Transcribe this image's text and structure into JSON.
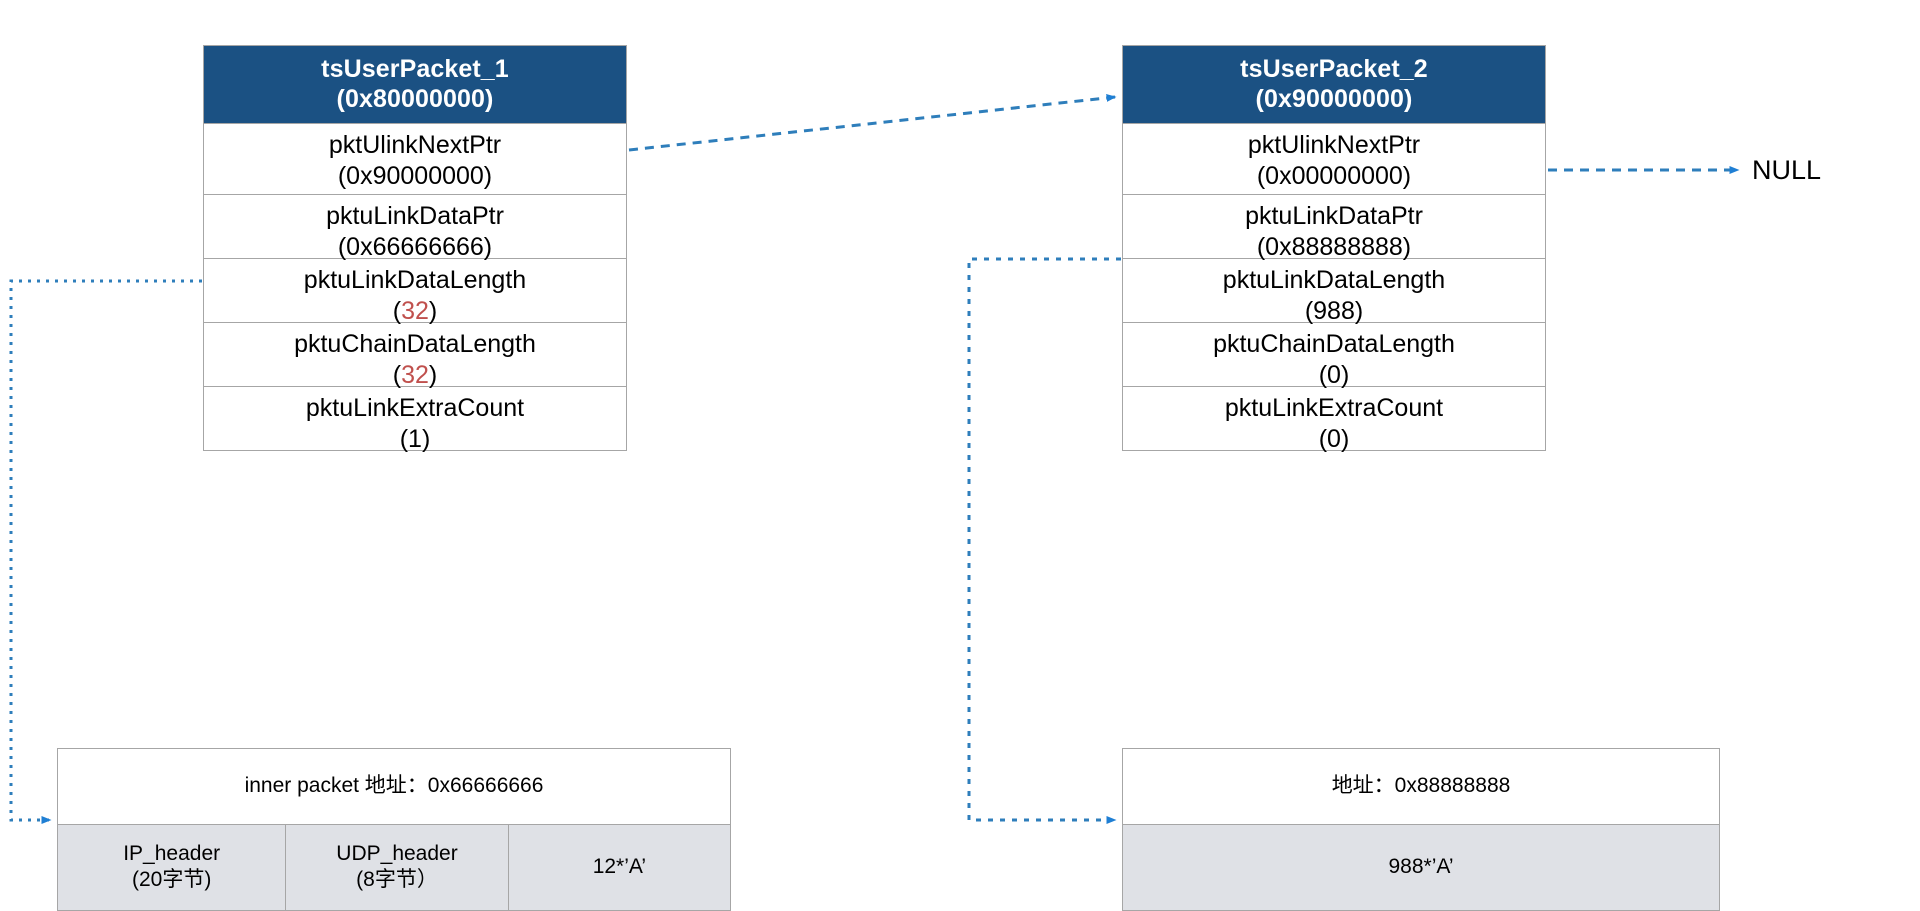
{
  "diagram": {
    "title": "tsUserPacket linked chain memory layout",
    "accent_blue": "#1b5183",
    "wire_blue": "#2e7ebb",
    "arrow_blue": "#1f7fd4",
    "red_value": "#c0504d",
    "border_gray": "#a6a6a6",
    "cell_fill": "#dfe1e6"
  },
  "packet1": {
    "name": "tsUserPacket_1",
    "address": "(0x80000000)",
    "fields": [
      {
        "name": "pktUlinkNextPtr",
        "value": "(0x90000000)",
        "highlight": false
      },
      {
        "name": "pktuLinkDataPtr",
        "value": "(0x66666666)",
        "highlight": false
      },
      {
        "name": "pktuLinkDataLength",
        "value": "32",
        "highlight": true
      },
      {
        "name": "pktuChainDataLength",
        "value": "32",
        "highlight": true
      },
      {
        "name": "pktuLinkExtraCount",
        "value": "(1)",
        "highlight": false
      }
    ]
  },
  "packet2": {
    "name": "tsUserPacket_2",
    "address": "(0x90000000)",
    "fields": [
      {
        "name": "pktUlinkNextPtr",
        "value": "(0x00000000)",
        "highlight": false
      },
      {
        "name": "pktuLinkDataPtr",
        "value": "(0x88888888)",
        "highlight": false
      },
      {
        "name": "pktuLinkDataLength",
        "value": "(988)",
        "highlight": false
      },
      {
        "name": "pktuChainDataLength",
        "value": "(0)",
        "highlight": false
      },
      {
        "name": "pktuLinkExtraCount",
        "value": "(0)",
        "highlight": false
      }
    ]
  },
  "membox1": {
    "title": "inner packet 地址：0x66666666",
    "cells": [
      {
        "line1": "IP_header",
        "line2": "(20字节)"
      },
      {
        "line1": "UDP_header",
        "line2": "(8字节）"
      },
      {
        "line1": "12*’A’",
        "line2": ""
      }
    ]
  },
  "membox2": {
    "title": "地址：0x88888888",
    "cells": [
      {
        "line1": "988*’A’",
        "line2": ""
      }
    ]
  },
  "labels": {
    "null_terminator": "NULL"
  }
}
